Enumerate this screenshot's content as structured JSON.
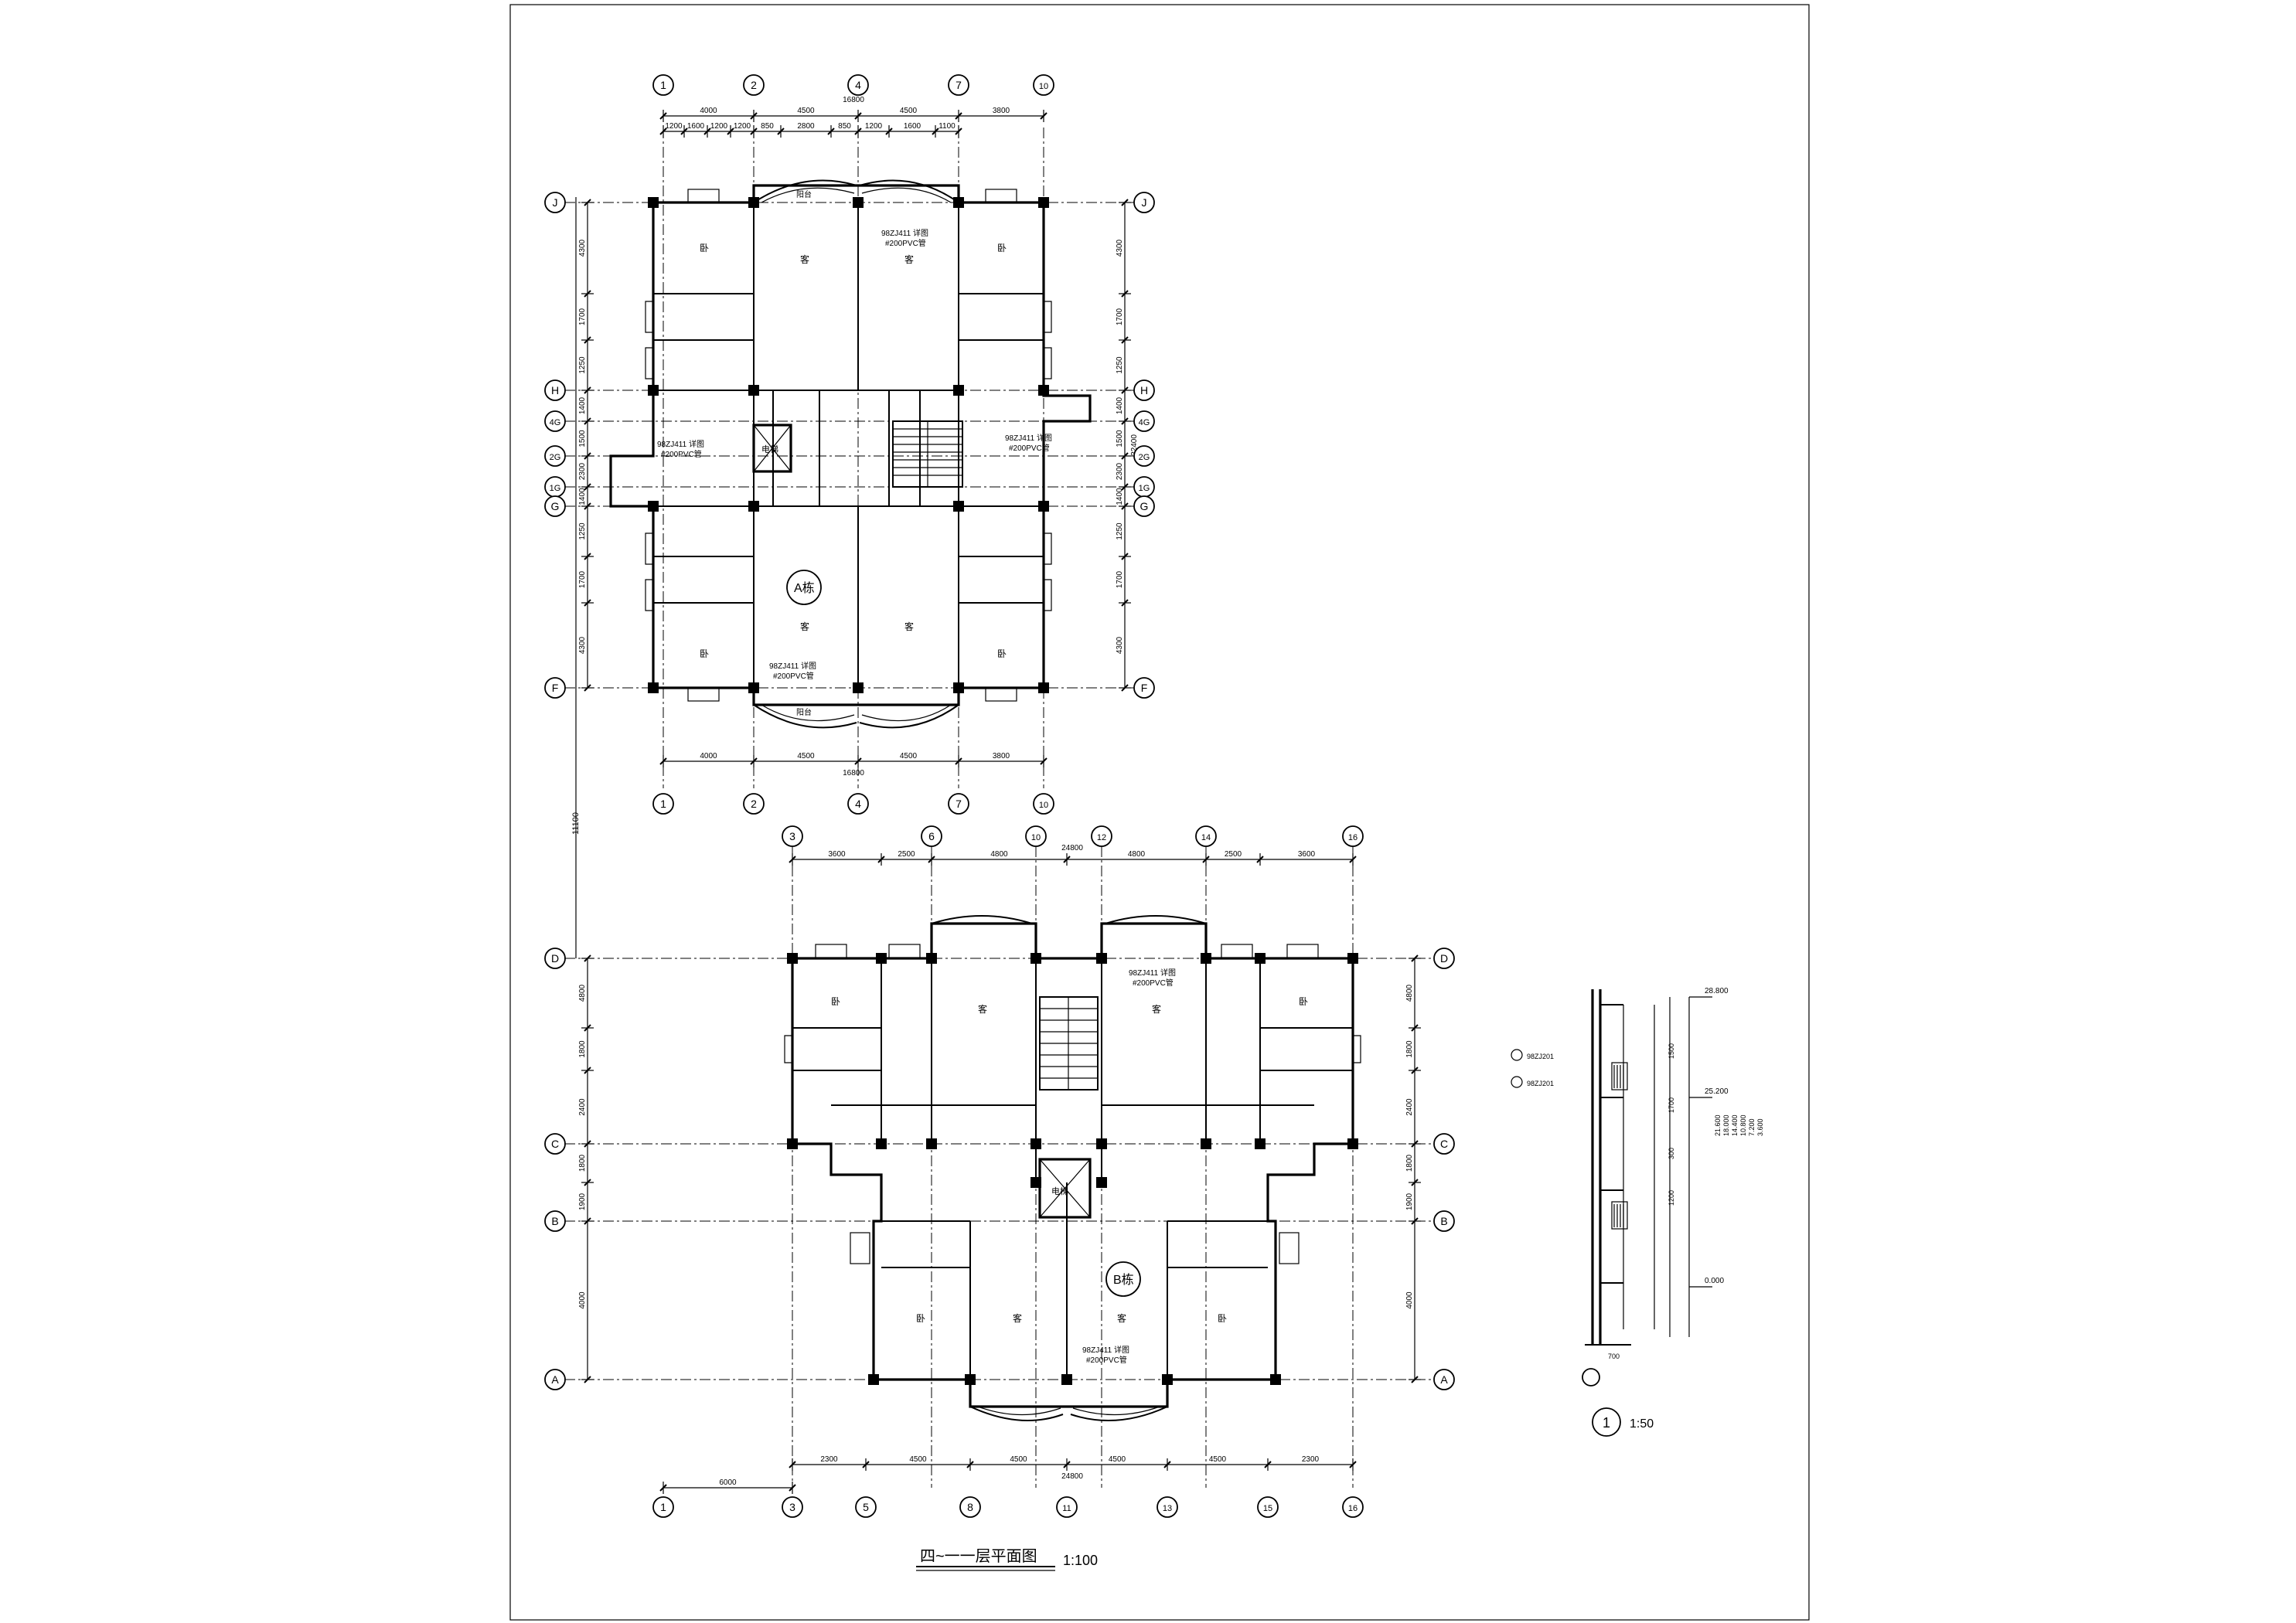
{
  "sheet": {
    "plan_title": "四~一一层平面图",
    "plan_scale": "1:100",
    "detail_number": "1",
    "detail_scale": "1:50"
  },
  "building_a": {
    "label": "A栋",
    "grid_cols": [
      "1",
      "2",
      "4",
      "7",
      "10"
    ],
    "grid_rows": [
      "J",
      "H",
      "4G",
      "2G",
      "1G",
      "G",
      "F"
    ],
    "top_dims": [
      "4000",
      "4500",
      "4500",
      "3800"
    ],
    "top_total": "16800",
    "top_sub_dims": [
      "1200",
      "1600",
      "1200",
      "1200",
      "850",
      "2800",
      "850",
      "1200",
      "1600",
      "1100"
    ],
    "bottom_dims": [
      "4000",
      "4500",
      "4500",
      "3800"
    ],
    "bottom_total": "16800",
    "side_dims": [
      "4300",
      "1700",
      "1250",
      "1400",
      "1500",
      "2300",
      "1400",
      "1250",
      "1700",
      "4300"
    ],
    "side_total": "22400",
    "room_labels": [
      "卧",
      "客",
      "客",
      "卧",
      "卧",
      "客",
      "客",
      "卧"
    ],
    "balcony_tag": "阳台",
    "callout": "98ZJ411 详图",
    "callout_sub": "#200PVC管",
    "elevator_label": "电梯"
  },
  "link": {
    "side_dim": "11100"
  },
  "building_b": {
    "label": "B栋",
    "grid_cols": [
      "3",
      "6",
      "10",
      "12",
      "14",
      "16"
    ],
    "grid_rows": [
      "D",
      "C",
      "B",
      "A"
    ],
    "top_dims": [
      "3600",
      "2500",
      "4800",
      "4800",
      "2500",
      "3600"
    ],
    "top_total": "24800",
    "bottom_dims": [
      "2300",
      "4500",
      "4500",
      "4500",
      "4500",
      "2300"
    ],
    "bottom_total": "24800",
    "bottom_grid_cols": [
      "1",
      "3",
      "5",
      "8",
      "11",
      "13",
      "15",
      "16"
    ],
    "side_dims": [
      "4800",
      "1800",
      "2400",
      "1800",
      "1900",
      "4000"
    ],
    "left_extra_dim": "6000",
    "room_labels": [
      "卧",
      "客",
      "客",
      "卧",
      "卧",
      "客",
      "客",
      "卧"
    ],
    "callout": "98ZJ411 详图",
    "callout_sub": "#200PVC管",
    "elevator_label": "电梯"
  },
  "detail": {
    "elevations": [
      "28.800",
      "25.200",
      "21.600",
      "18.000",
      "14.400",
      "10.800",
      "7.200",
      "3.600",
      "0.000"
    ],
    "note": "98ZJ201",
    "dims": [
      "1500",
      "1700",
      "300",
      "1200",
      "700"
    ]
  }
}
